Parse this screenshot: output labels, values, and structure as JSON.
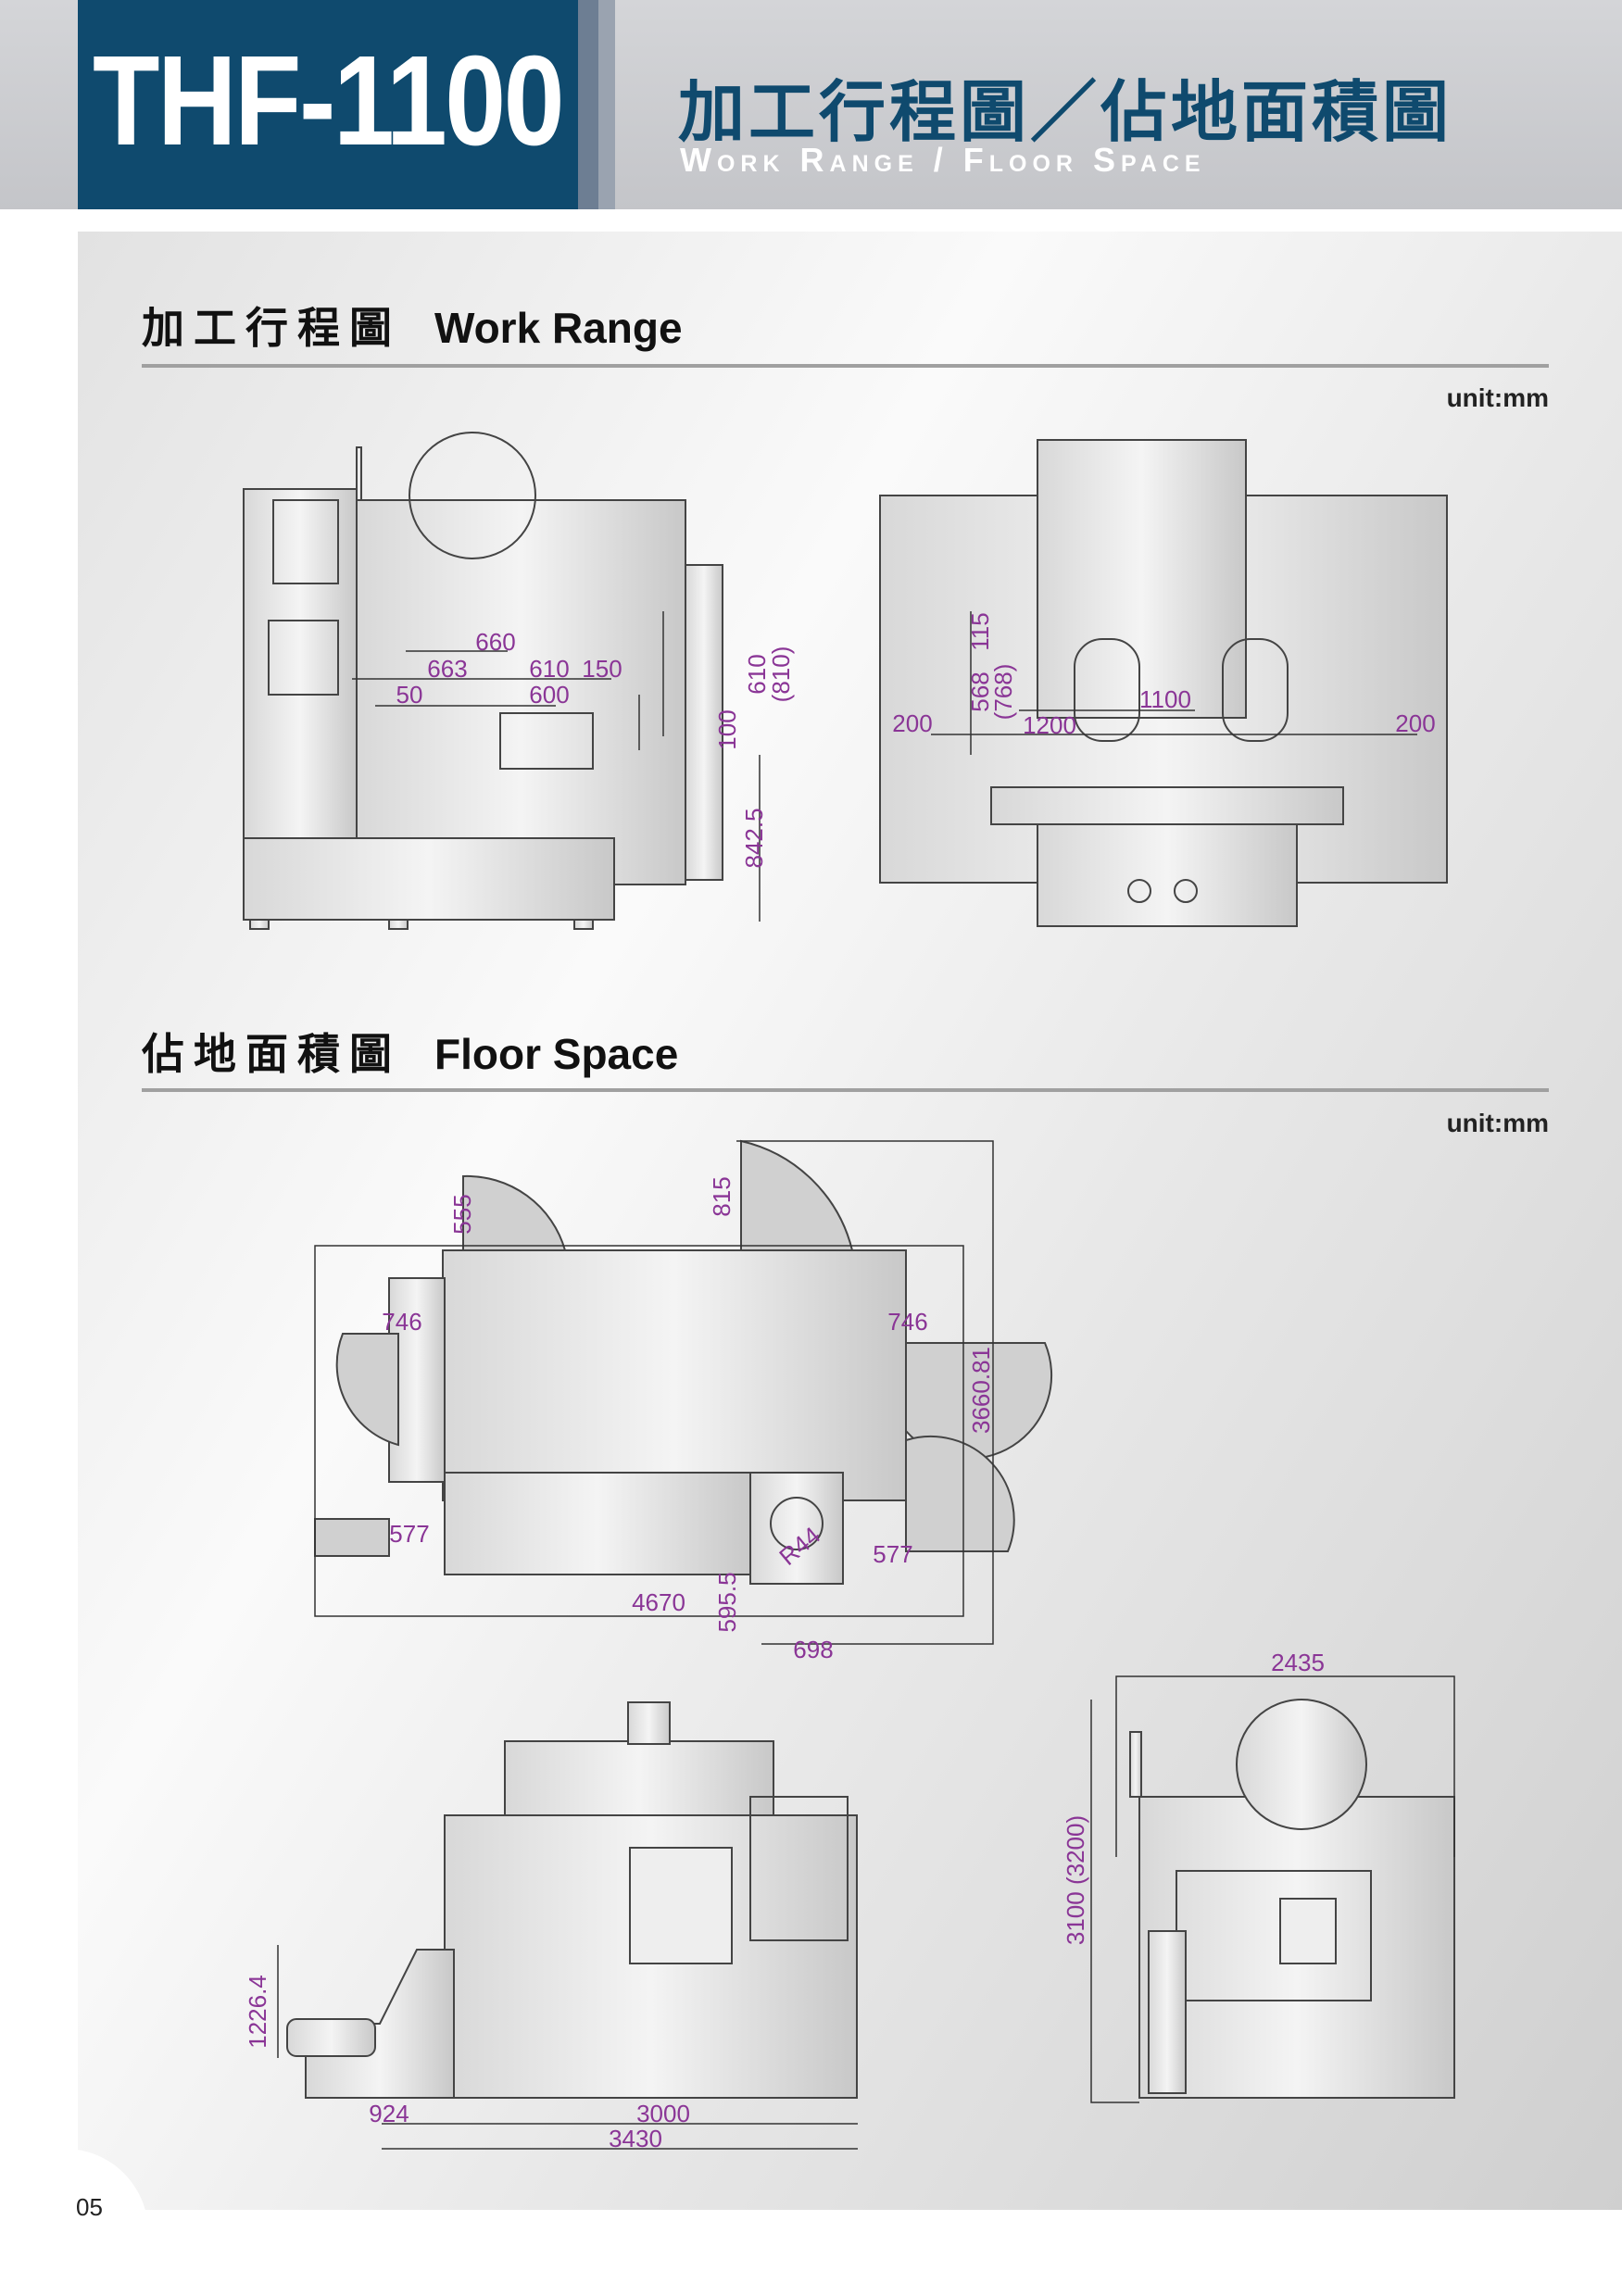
{
  "header": {
    "model": "THF-1100",
    "title_zh": "加工行程圖／佔地面積圖",
    "title_en": "Work Range / Floor Space"
  },
  "work_range": {
    "heading_zh": "加工行程圖",
    "heading_en": "Work Range",
    "unit": "unit:mm",
    "side_view_dims": {
      "d660": "660",
      "d663": "663",
      "d610h": "610",
      "d150": "150",
      "d50": "50",
      "d600": "600",
      "d100": "100",
      "d610v": "610",
      "d810": "(810)",
      "d842": "842.5"
    },
    "front_view_dims": {
      "d115": "115",
      "d568": "568",
      "d768": "(768)",
      "d200l": "200",
      "d1200": "1200",
      "d1100": "1100",
      "d200r": "200"
    }
  },
  "floor_space": {
    "heading_zh": "佔地面積圖",
    "heading_en": "Floor Space",
    "unit": "unit:mm",
    "plan_dims": {
      "d555": "555",
      "d815": "815",
      "d746l": "746",
      "d746r": "746",
      "d3660": "3660.81",
      "d577l": "577",
      "d577r": "577",
      "r44": "R44",
      "d4670": "4670",
      "d595": "595.5",
      "d698": "698"
    },
    "front_dims": {
      "d1226": "1226.4",
      "d924": "924",
      "d3000": "3000",
      "d3430": "3430"
    },
    "side_dims": {
      "d2435": "2435",
      "d3100": "3100 (3200)"
    }
  },
  "page_number": "05",
  "colors": {
    "brand": "#0f4a6e",
    "dimension": "#8a3596"
  }
}
